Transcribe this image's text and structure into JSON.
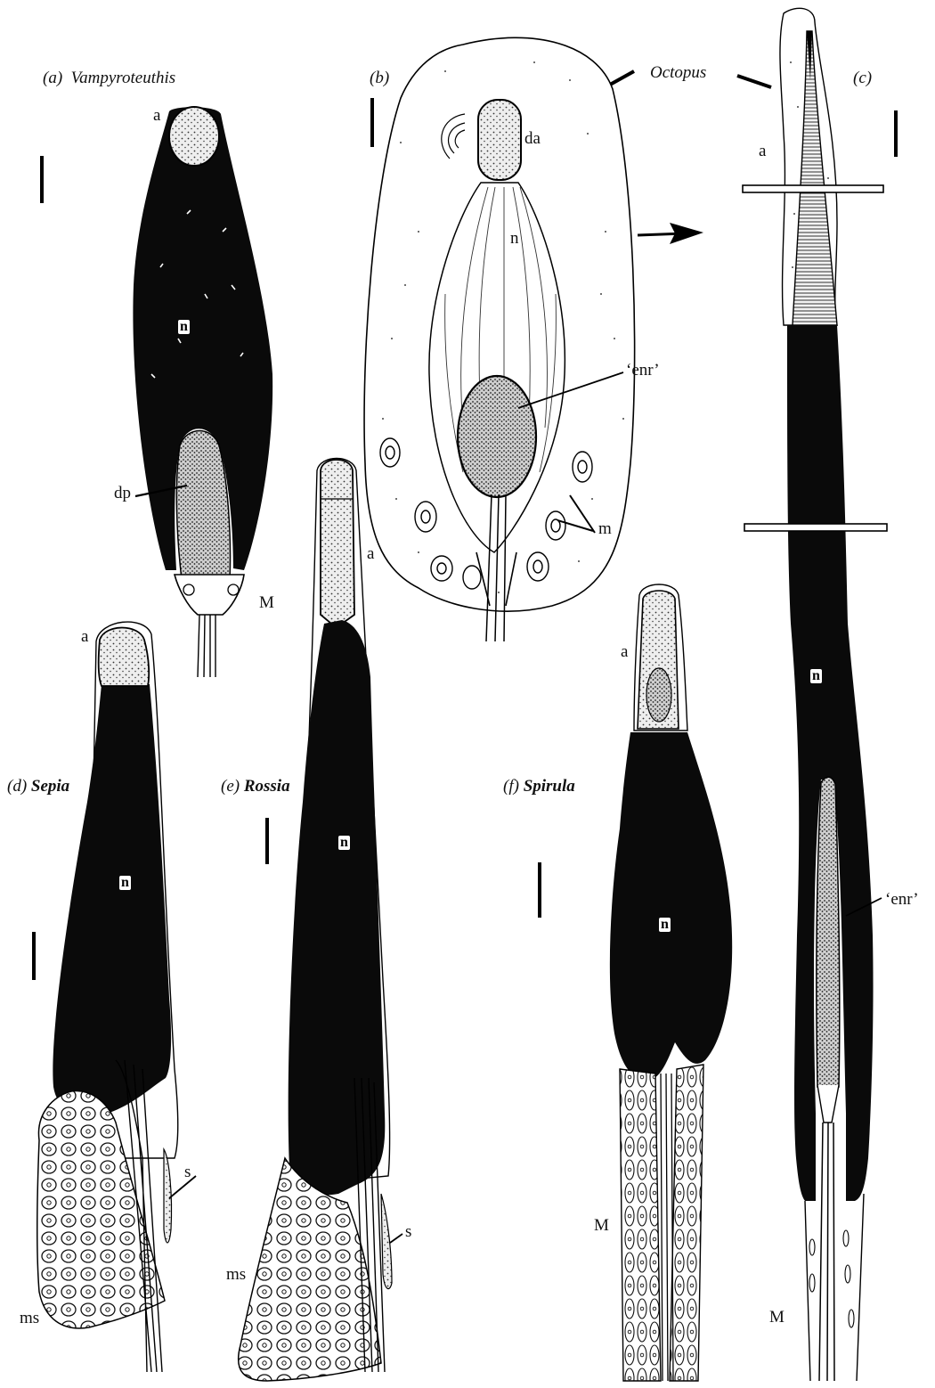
{
  "panels": {
    "a": {
      "letter": "(a)",
      "genus": "Vampyroteuthis",
      "labels": {
        "a": "a",
        "n": "n",
        "dp": "dp",
        "M": "M"
      }
    },
    "b": {
      "letter": "(b)",
      "labels": {
        "da": "da",
        "n": "n",
        "enr": "‘enr’",
        "m": "m"
      }
    },
    "octopus": {
      "genus": "Octopus"
    },
    "c": {
      "letter": "(c)",
      "labels": {
        "a": "a",
        "n": "n",
        "enr": "‘enr’",
        "M": "M"
      }
    },
    "d": {
      "letter": "(d)",
      "genus": "Sepia",
      "labels": {
        "a": "a",
        "n": "n",
        "s": "s",
        "ms": "ms"
      }
    },
    "e": {
      "letter": "(e)",
      "genus": "Rossia",
      "labels": {
        "a": "a",
        "n": "n",
        "s": "s",
        "ms": "ms"
      }
    },
    "f": {
      "letter": "(f)",
      "genus": "Spirula",
      "labels": {
        "a": "a",
        "n": "n",
        "M": "M"
      }
    }
  },
  "colors": {
    "ink": "#0a0a0a",
    "paper": "#ffffff",
    "stipple": "#555555"
  }
}
